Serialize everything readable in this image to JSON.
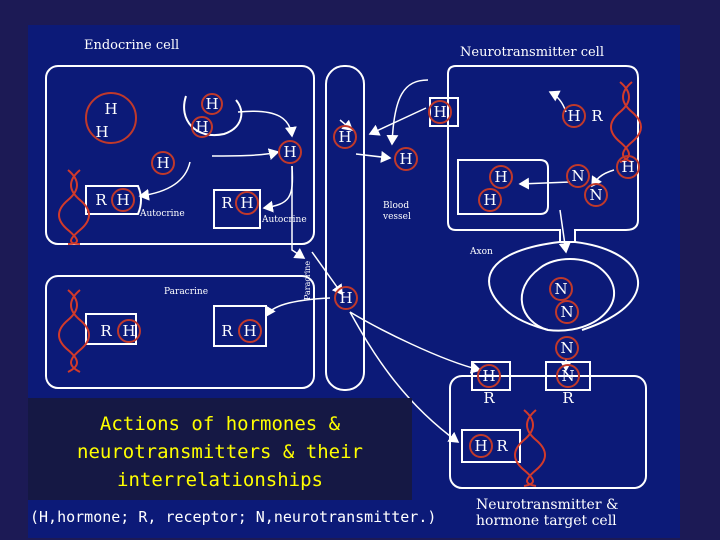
{
  "labels": {
    "endocrine_cell": "Endocrine cell",
    "neurotransmitter_cell": "Neurotransmitter cell",
    "autocrine_left": "Autocrine",
    "autocrine_right": "Autocrine",
    "paracrine": "Paracrine",
    "paracrine_vertical": "Paracrine",
    "blood_vessel_line1": "Blood",
    "blood_vessel_line2": "vessel",
    "axon": "Axon",
    "target_cell_line1": "Neurotransmitter &",
    "target_cell_line2": "hormone target cell"
  },
  "symbols": {
    "hormone": "H",
    "receptor": "R",
    "neurotransmitter": "N"
  },
  "caption": {
    "title": "Actions of hormones & neurotransmitters & their interrelationships",
    "subtitle": "(H,hormone; R, receptor; N,neurotransmitter.)"
  },
  "colors": {
    "background": "#1c1a55",
    "cell_fill": "#0c1a78",
    "outline": "#ffffff",
    "circle": "#c0392b",
    "dna": "#d23a2a",
    "caption_title": "#ffff00"
  }
}
